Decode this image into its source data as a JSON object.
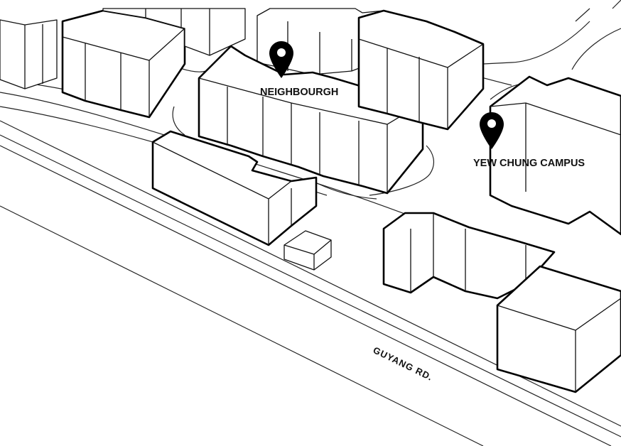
{
  "map": {
    "markers": [
      {
        "id": "neighbourgh",
        "label": "NEIGHBOURGH",
        "icon": "map-pin-icon"
      },
      {
        "id": "yew-chung-campus",
        "label": "YEW CHUNG CAMPUS",
        "icon": "map-pin-icon"
      }
    ],
    "roads": [
      {
        "id": "guyang-rd",
        "label": "GUYANG RD."
      }
    ],
    "colors": {
      "ink": "#000000",
      "paper": "#ffffff"
    }
  }
}
